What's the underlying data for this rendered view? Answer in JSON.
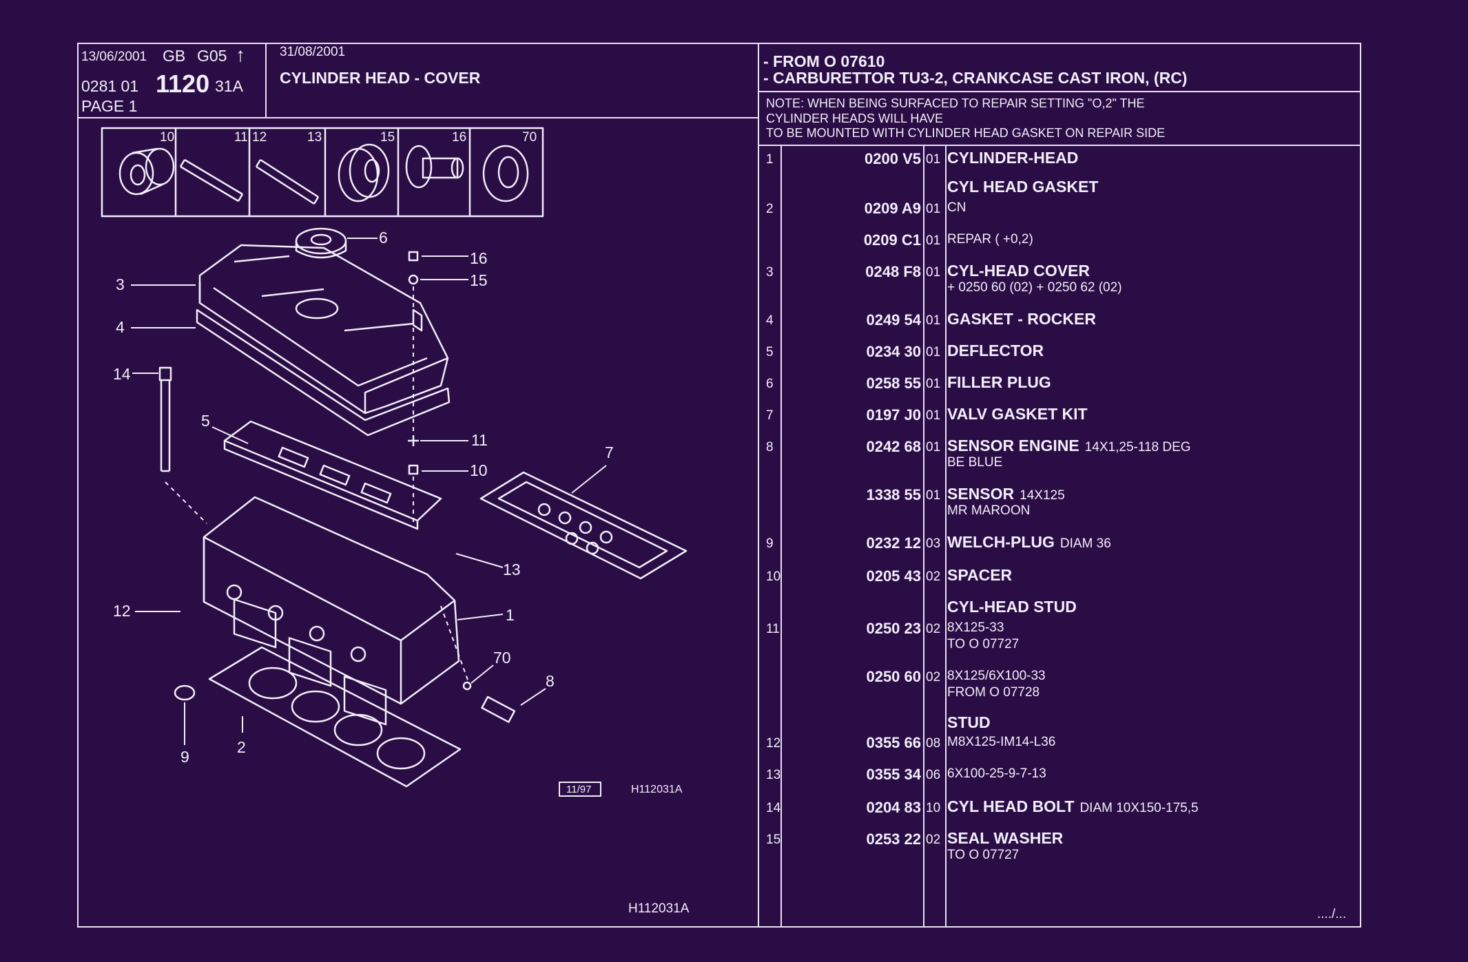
{
  "header": {
    "date_left": "13/06/2001",
    "region": "GB",
    "group": "G05",
    "arrow": "↑",
    "code_prefix": "0281 01",
    "code_main": "1120",
    "code_suffix": "31A",
    "page": "PAGE 1",
    "date_right": "31/08/2001",
    "title": "CYLINDER HEAD - COVER",
    "from_line": "- FROM  O  07610",
    "carb_line": "- CARBURETTOR TU3-2, CRANKCASE CAST IRON, (RC)"
  },
  "note": {
    "line1": "NOTE: WHEN BEING SURFACED TO REPAIR SETTING \"O,2\" THE",
    "line2": "CYLINDER HEADS WILL HAVE",
    "line3": "TO BE MOUNTED WITH CYLINDER HEAD GASKET ON REPAIR SIDE"
  },
  "diagram": {
    "thumb_labels": [
      "10",
      "11",
      "12",
      "13",
      "15",
      "16",
      "70"
    ],
    "callouts": [
      "6",
      "16",
      "15",
      "3",
      "4",
      "14",
      "5",
      "11",
      "10",
      "7",
      "13",
      "12",
      "1",
      "70",
      "8",
      "9",
      "2"
    ],
    "ref_box": "11/97",
    "ref_code": "H112031A",
    "bottom_code": "H112031A"
  },
  "parts": [
    {
      "num": "1",
      "ref": "0200 V5",
      "qty": "01",
      "name": "CYLINDER-HEAD",
      "extra": "",
      "sub": ""
    },
    {
      "num": "",
      "ref": "",
      "qty": "",
      "name": "CYL HEAD GASKET",
      "extra": "",
      "sub": ""
    },
    {
      "num": "2",
      "ref": "0209 A9",
      "qty": "01",
      "name": "",
      "extra": "",
      "sub": "CN"
    },
    {
      "num": "",
      "ref": "0209 C1",
      "qty": "01",
      "name": "",
      "extra": "",
      "sub": "REPAR ( +0,2)"
    },
    {
      "num": "3",
      "ref": "0248 F8",
      "qty": "01",
      "name": "CYL-HEAD COVER",
      "extra": "",
      "sub": "+  0250 60 (02)  +  0250 62 (02)"
    },
    {
      "num": "4",
      "ref": "0249 54",
      "qty": "01",
      "name": "GASKET - ROCKER",
      "extra": "",
      "sub": ""
    },
    {
      "num": "5",
      "ref": "0234 30",
      "qty": "01",
      "name": "DEFLECTOR",
      "extra": "",
      "sub": ""
    },
    {
      "num": "6",
      "ref": "0258 55",
      "qty": "01",
      "name": "FILLER PLUG",
      "extra": "",
      "sub": ""
    },
    {
      "num": "7",
      "ref": "0197 J0",
      "qty": "01",
      "name": "VALV GASKET KIT",
      "extra": "",
      "sub": ""
    },
    {
      "num": "8",
      "ref": "0242 68",
      "qty": "01",
      "name": "SENSOR ENGINE",
      "extra": "14X1,25-118 DEG",
      "sub": "BE BLUE"
    },
    {
      "num": "",
      "ref": "1338 55",
      "qty": "01",
      "name": "SENSOR",
      "extra": "14X125",
      "sub": "MR MAROON"
    },
    {
      "num": "9",
      "ref": "0232 12",
      "qty": "03",
      "name": "WELCH-PLUG",
      "extra": "DIAM 36",
      "sub": ""
    },
    {
      "num": "10",
      "ref": "0205 43",
      "qty": "02",
      "name": "SPACER",
      "extra": "",
      "sub": ""
    },
    {
      "num": "",
      "ref": "",
      "qty": "",
      "name": "CYL-HEAD STUD",
      "extra": "",
      "sub": ""
    },
    {
      "num": "11",
      "ref": "0250 23",
      "qty": "02",
      "name": "",
      "extra": "",
      "sub": "8X125-33"
    },
    {
      "num": "",
      "ref": "",
      "qty": "",
      "name": "",
      "extra": "",
      "sub": "TO  O  07727"
    },
    {
      "num": "",
      "ref": "0250 60",
      "qty": "02",
      "name": "",
      "extra": "",
      "sub": "8X125/6X100-33"
    },
    {
      "num": "",
      "ref": "",
      "qty": "",
      "name": "",
      "extra": "",
      "sub": "FROM  O  07728"
    },
    {
      "num": "",
      "ref": "",
      "qty": "",
      "name": "STUD",
      "extra": "",
      "sub": ""
    },
    {
      "num": "12",
      "ref": "0355 66",
      "qty": "08",
      "name": "",
      "extra": "",
      "sub": "M8X125-IM14-L36"
    },
    {
      "num": "13",
      "ref": "0355 34",
      "qty": "06",
      "name": "",
      "extra": "",
      "sub": "6X100-25-9-7-13"
    },
    {
      "num": "14",
      "ref": "0204 83",
      "qty": "10",
      "name": "CYL HEAD BOLT",
      "extra": "DIAM  10X150-175,5",
      "sub": ""
    },
    {
      "num": "15",
      "ref": "0253 22",
      "qty": "02",
      "name": "SEAL WASHER",
      "extra": "",
      "sub": "TO  O  07727"
    }
  ],
  "continued": "..../...",
  "colors": {
    "background": "#2b0d45",
    "ink": "#f3eefa"
  }
}
